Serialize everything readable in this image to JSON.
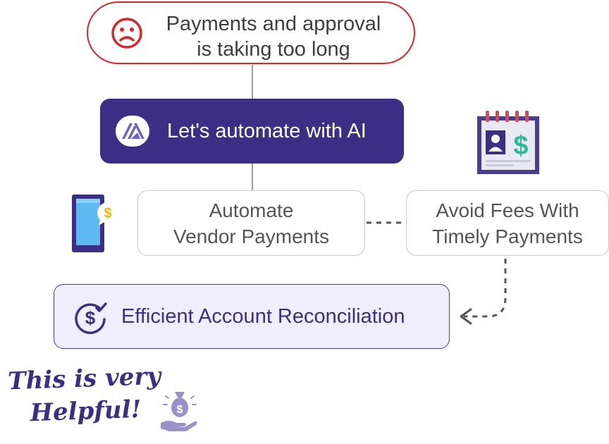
{
  "diagram": {
    "problem": {
      "line1": "Payments and approval",
      "line2": "is taking too long",
      "icon": "sad-face-icon",
      "color": "#d9262c"
    },
    "ai_step": {
      "label": "Let's automate with AI",
      "icon": "ai-logo-icon",
      "color": "#3d2e85"
    },
    "options": [
      {
        "line1": "Automate",
        "line2": "Vendor Payments",
        "icon": "mobile-payment-icon"
      },
      {
        "line1": "Avoid Fees With",
        "line2": "Timely Payments",
        "icon": "invoice-notebook-icon"
      }
    ],
    "result": {
      "label": "Efficient Account Reconciliation",
      "icon": "dollar-check-icon"
    },
    "note": {
      "line1": "This is very",
      "line2": "Helpful!",
      "icon": "money-bag-hand-icon"
    }
  }
}
